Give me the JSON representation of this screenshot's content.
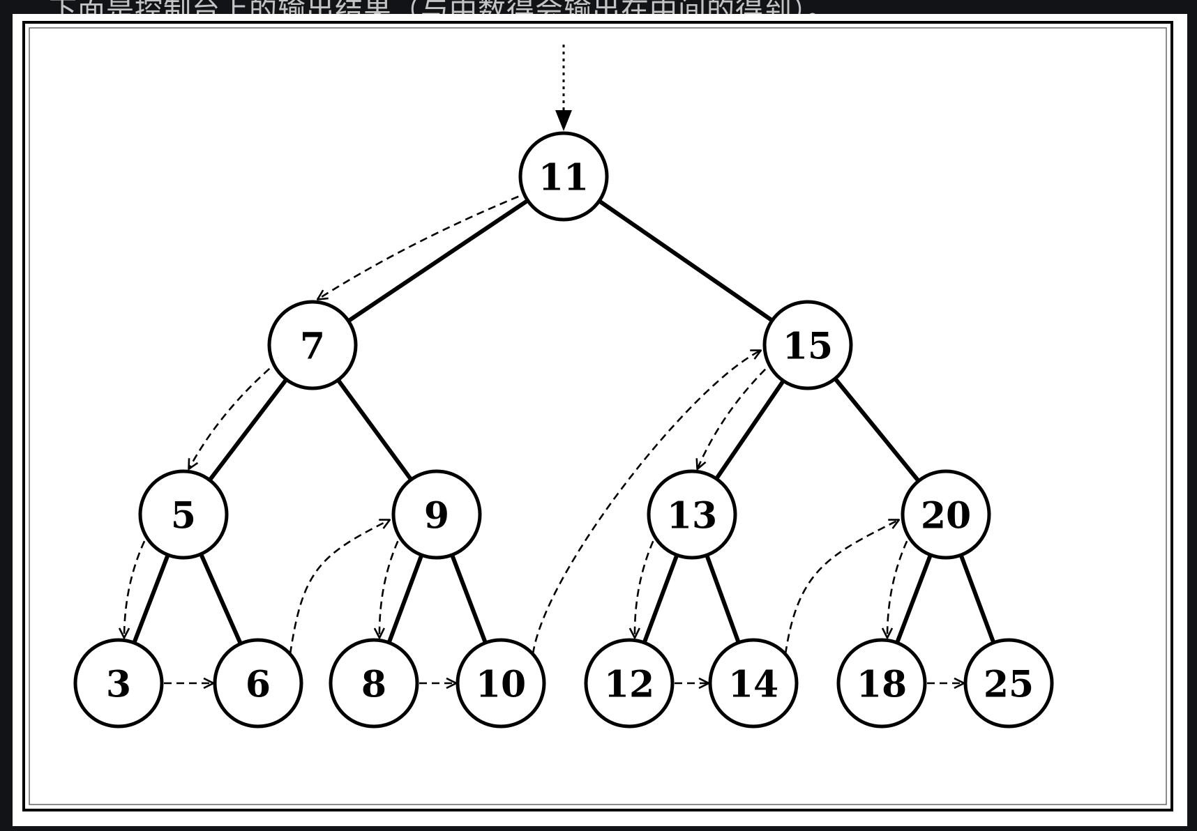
{
  "caption": {
    "text": "下面是控制台上的输出结果（与中数得会输出在中间的得到）。"
  },
  "diagram": {
    "colors": {
      "background": "#111316",
      "panel": "#ffffff",
      "ink": "#000000"
    },
    "nodes": [
      {
        "id": "n11",
        "label": "11"
      },
      {
        "id": "n7",
        "label": "7"
      },
      {
        "id": "n15",
        "label": "15"
      },
      {
        "id": "n5",
        "label": "5"
      },
      {
        "id": "n9",
        "label": "9"
      },
      {
        "id": "n13",
        "label": "13"
      },
      {
        "id": "n20",
        "label": "20"
      },
      {
        "id": "n3",
        "label": "3"
      },
      {
        "id": "n6",
        "label": "6"
      },
      {
        "id": "n8",
        "label": "8"
      },
      {
        "id": "n10",
        "label": "10"
      },
      {
        "id": "n12",
        "label": "12"
      },
      {
        "id": "n14",
        "label": "14"
      },
      {
        "id": "n18",
        "label": "18"
      },
      {
        "id": "n25",
        "label": "25"
      }
    ],
    "edges": [
      [
        "n11",
        "n7"
      ],
      [
        "n11",
        "n15"
      ],
      [
        "n7",
        "n5"
      ],
      [
        "n7",
        "n9"
      ],
      [
        "n15",
        "n13"
      ],
      [
        "n15",
        "n20"
      ],
      [
        "n5",
        "n3"
      ],
      [
        "n5",
        "n6"
      ],
      [
        "n9",
        "n8"
      ],
      [
        "n9",
        "n10"
      ],
      [
        "n13",
        "n12"
      ],
      [
        "n13",
        "n14"
      ],
      [
        "n20",
        "n18"
      ],
      [
        "n20",
        "n25"
      ]
    ],
    "traversal_arrows": [
      [
        "n11",
        "n7"
      ],
      [
        "n7",
        "n5"
      ],
      [
        "n5",
        "n3"
      ],
      [
        "n3",
        "n6"
      ],
      [
        "n6",
        "n9"
      ],
      [
        "n9",
        "n8"
      ],
      [
        "n8",
        "n10"
      ],
      [
        "n10",
        "n15"
      ],
      [
        "n15",
        "n13"
      ],
      [
        "n13",
        "n12"
      ],
      [
        "n12",
        "n14"
      ],
      [
        "n14",
        "n20"
      ],
      [
        "n20",
        "n18"
      ],
      [
        "n18",
        "n25"
      ]
    ]
  }
}
